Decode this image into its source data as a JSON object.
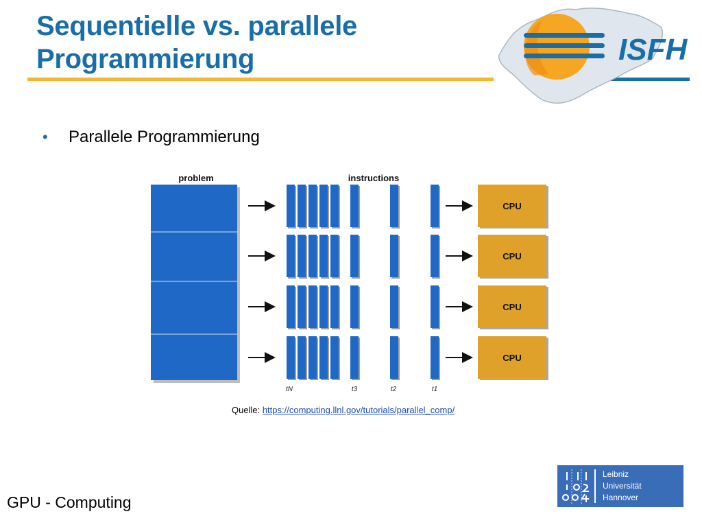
{
  "slide": {
    "title_line1": "Sequentielle vs. parallele",
    "title_line2": "Programmierung",
    "bullet": "Parallele Programmierung",
    "footer": "GPU - Computing"
  },
  "logos": {
    "isfh": "ISFH",
    "luh_line1": "Leibniz",
    "luh_line2": "Universität",
    "luh_line3": "Hannover"
  },
  "diagram": {
    "problem_label": "problem",
    "instructions_label": "instructions",
    "cpu_label": "CPU",
    "time_labels": [
      "tN",
      "t3",
      "t2",
      "t1"
    ]
  },
  "source": {
    "prefix": "Quelle:",
    "link_text": "https://computing.llnl.gov/tutorials/parallel_comp/"
  },
  "colors": {
    "title_blue": "#1a6ea8",
    "accent_orange": "#f5b632",
    "block_blue": "#1f68c6",
    "cpu_orange": "#e0a12a"
  }
}
